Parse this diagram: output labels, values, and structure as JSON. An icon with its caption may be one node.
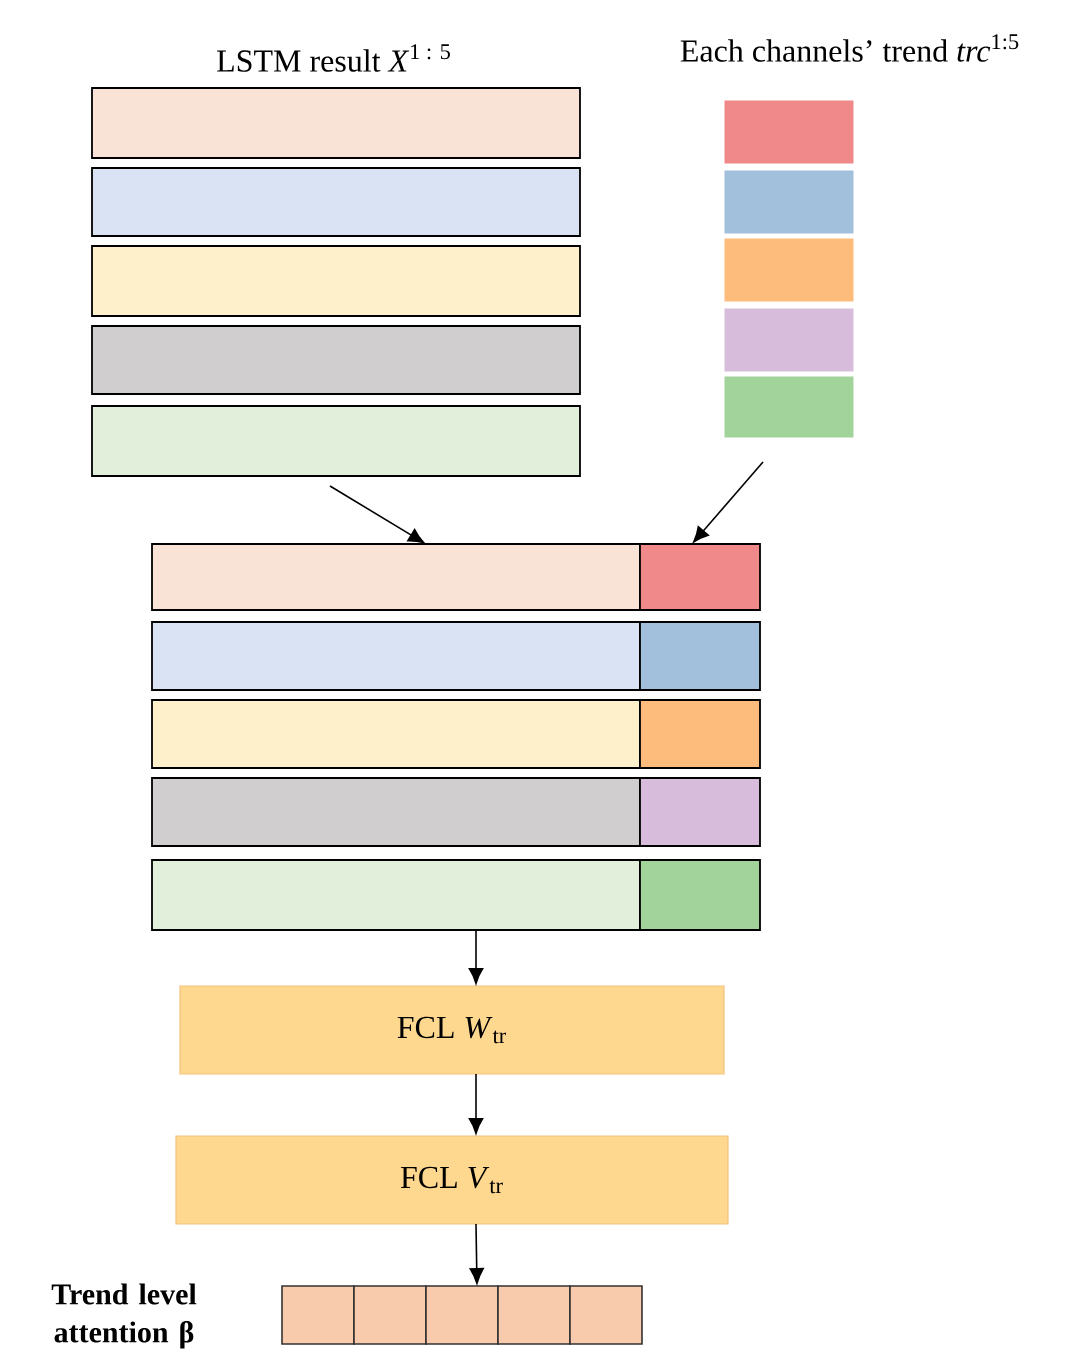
{
  "diagram": {
    "nodes": [
      {
        "text": [
          "LSTM result *X*$^{1 : 5}$"
        ]
      },
      {
        "text": [],
        "shape": "box",
        "in": 0
      },
      {
        "text": [],
        "shape": "box",
        "in": 0
      },
      {
        "text": [],
        "shape": "box",
        "in": 0
      },
      {
        "text": [],
        "shape": "box",
        "in": 0
      },
      {
        "text": [],
        "shape": "box",
        "in": 0
      },
      {
        "text": [
          "Each channels’ trend *trc*$^{1:5}$"
        ]
      },
      {
        "text": [],
        "shape": "box",
        "in": 6
      },
      {
        "text": [],
        "shape": "box",
        "in": 6
      },
      {
        "text": [],
        "shape": "box",
        "in": 6
      },
      {
        "text": [],
        "shape": "box",
        "in": 6
      },
      {
        "text": [],
        "shape": "box",
        "in": 6
      },
      {
        "text": [],
        "shape": "box"
      },
      {
        "text": [],
        "shape": "box"
      },
      {
        "text": [],
        "shape": "box"
      },
      {
        "text": [],
        "shape": "box"
      },
      {
        "text": [],
        "shape": "box"
      },
      {
        "text": [],
        "shape": "box"
      },
      {
        "text": [],
        "shape": "box"
      },
      {
        "text": [],
        "shape": "box"
      },
      {
        "text": [],
        "shape": "box"
      },
      {
        "text": [],
        "shape": "box"
      },
      {
        "text": [
          "FCL *W*$_{tr}$"
        ]
      },
      {
        "text": [
          "FCL *V*$_{tr}$"
        ]
      },
      {
        "text": [],
        "shape": "box",
        "beside": [
          "Trend level attention β"
        ]
      },
      {
        "text": [],
        "shape": "box",
        "in": 24
      },
      {
        "text": [],
        "shape": "box",
        "in": 24
      },
      {
        "text": [],
        "shape": "box",
        "in": 24
      },
      {
        "text": [],
        "shape": "box",
        "in": 24
      },
      {
        "text": [],
        "shape": "box",
        "in": 24
      }
    ],
    "edges": [
      {
        "from": 0,
        "to": 12,
        "arrow": "to"
      },
      {
        "from": 6,
        "to": 13,
        "arrow": "to"
      },
      {
        "from": 20,
        "to": 22,
        "arrow": "to"
      },
      {
        "from": 22,
        "to": 23,
        "arrow": "to"
      },
      {
        "from": 23,
        "to": 24,
        "arrow": "to"
      }
    ]
  }
}
